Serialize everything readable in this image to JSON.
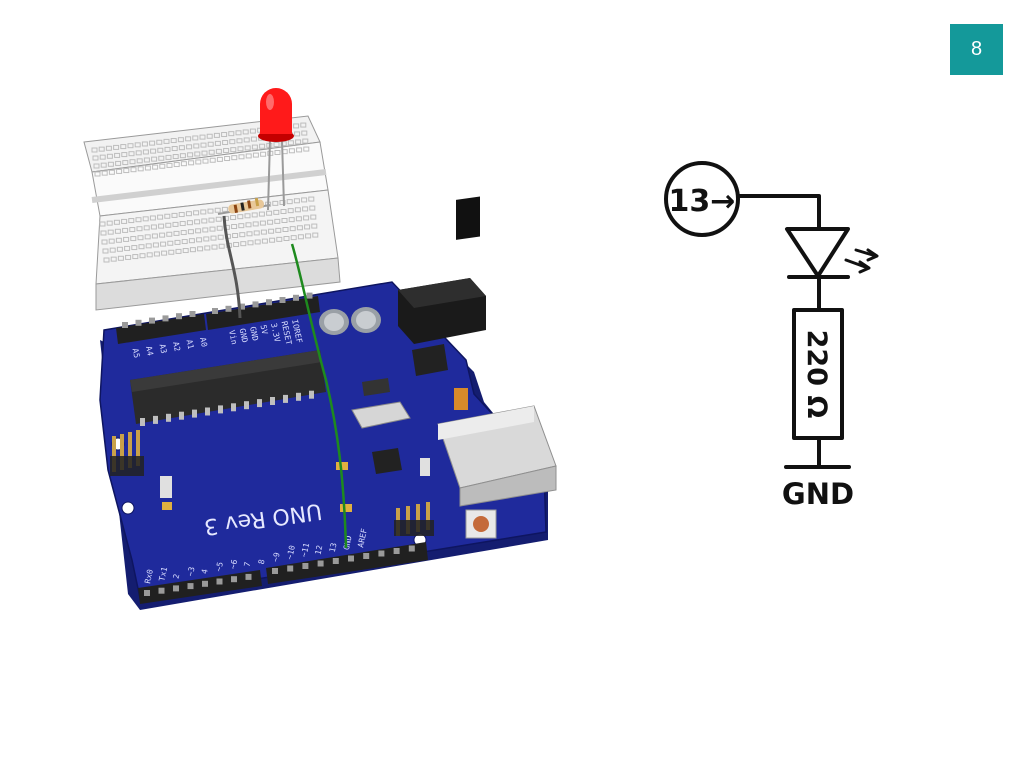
{
  "slide": {
    "page_number": "8"
  },
  "board": {
    "model_label": "UNO Rev 3",
    "power_pins": [
      "IOREF",
      "RESET",
      "3.3V",
      "5V",
      "GND",
      "GND",
      "Vin"
    ],
    "analog_pins": [
      "A0",
      "A1",
      "A2",
      "A3",
      "A4",
      "A5"
    ],
    "digital_pins": [
      "Rx0",
      "Tx1",
      "2",
      "~3",
      "4",
      "~5",
      "~6",
      "7",
      "8",
      "~9",
      "~10",
      "~11",
      "12",
      "13",
      "GND",
      "AREF"
    ]
  },
  "schematic": {
    "pin_label": "13→",
    "resistor_label": "220 Ω",
    "ground_label": "GND"
  },
  "colors": {
    "badge": "#14999a",
    "board": "#1f2a9c",
    "led": "#ff1a1a",
    "wire_signal": "#1e8a1e",
    "wire_ground": "#555555"
  }
}
